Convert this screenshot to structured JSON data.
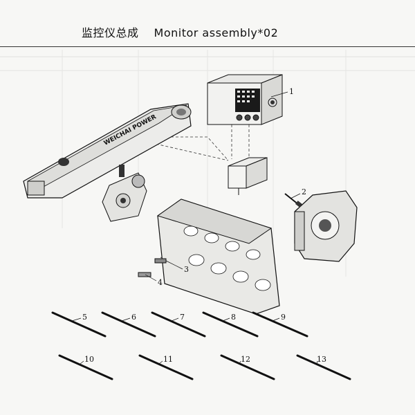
{
  "header": {
    "title_cn": "监控仪总成",
    "title_en": "Monitor assembly*02"
  },
  "housing_label": "WEICHAI POWER",
  "callouts": [
    "1",
    "2",
    "3",
    "4",
    "5",
    "6",
    "7",
    "8",
    "9",
    "10",
    "11",
    "12",
    "13"
  ]
}
